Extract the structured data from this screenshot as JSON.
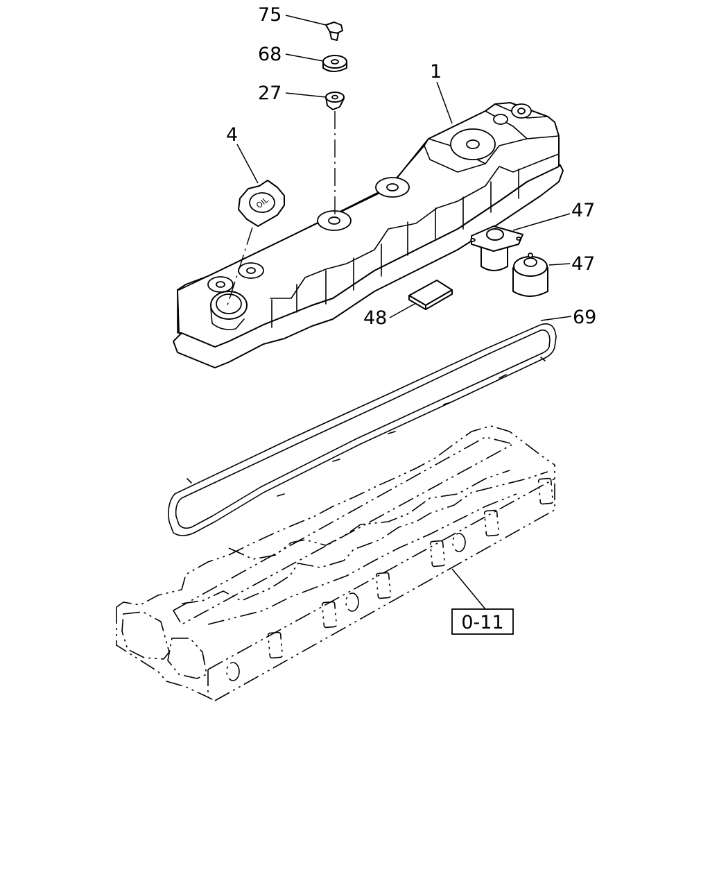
{
  "callouts": {
    "bolt": "75",
    "washer": "68",
    "grommet": "27",
    "cover": "1",
    "oil_cap": "4",
    "breather_upper": "47",
    "breather_lower": "47",
    "plate": "48",
    "gasket": "69",
    "ref": "0-11"
  },
  "oil_cap_text": "OIL"
}
